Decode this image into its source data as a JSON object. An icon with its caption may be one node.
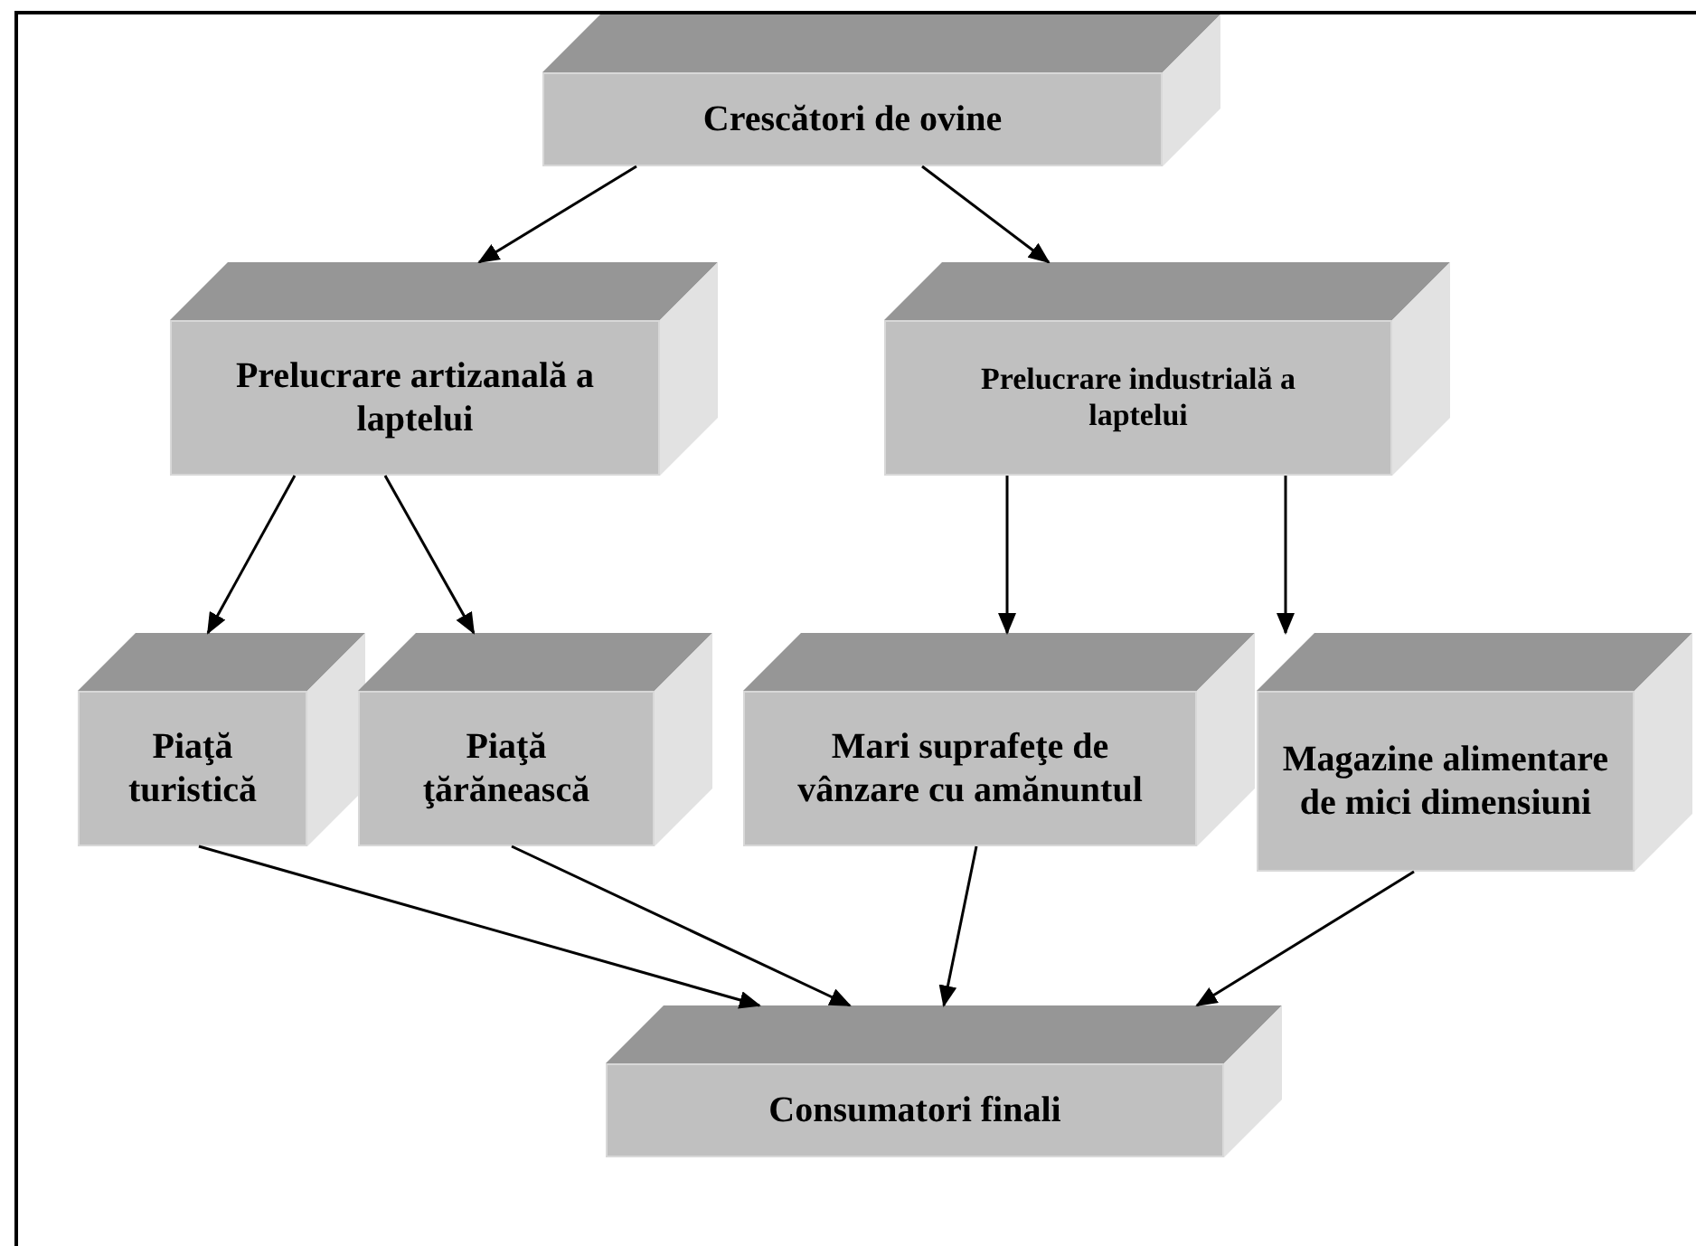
{
  "diagram": {
    "nodes": [
      {
        "text": [
          "Crescători de ovine"
        ]
      },
      {
        "text": [
          "Prelucrare artizanală a laptelui"
        ]
      },
      {
        "text": [
          "Prelucrare industrială a laptelui"
        ]
      },
      {
        "text": [
          "Piaţă turistică"
        ]
      },
      {
        "text": [
          "Piaţă ţărănească"
        ]
      },
      {
        "text": [
          "Mari suprafeţe de vânzare cu amănuntul"
        ]
      },
      {
        "text": [
          "Magazine alimentare de mici dimensiuni"
        ]
      },
      {
        "text": [
          "Consumatori finali"
        ]
      }
    ],
    "edges": [
      {
        "from": 0,
        "to": 1,
        "arrow": "to"
      },
      {
        "from": 0,
        "to": 2,
        "arrow": "to"
      },
      {
        "from": 1,
        "to": 3,
        "arrow": "to"
      },
      {
        "from": 1,
        "to": 4,
        "arrow": "to"
      },
      {
        "from": 2,
        "to": 5,
        "arrow": "to"
      },
      {
        "from": 2,
        "to": 6,
        "arrow": "to"
      },
      {
        "from": 3,
        "to": 7,
        "arrow": "to"
      },
      {
        "from": 4,
        "to": 7,
        "arrow": "to"
      },
      {
        "from": 5,
        "to": 7,
        "arrow": "to"
      },
      {
        "from": 6,
        "to": 7,
        "arrow": "to"
      }
    ]
  }
}
